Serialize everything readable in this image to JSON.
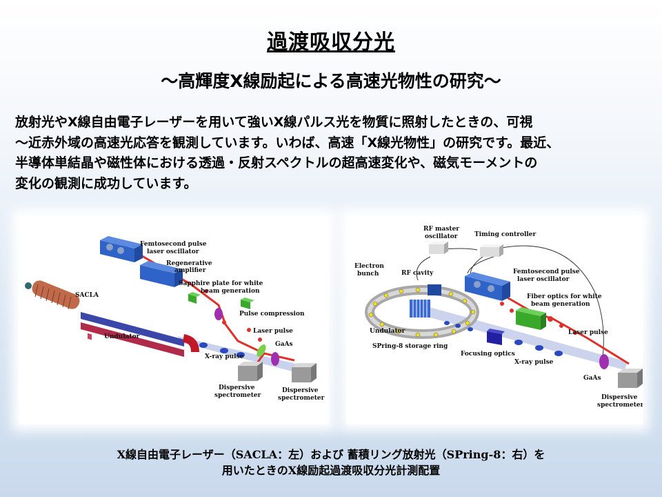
{
  "title": "過渡吸収分光",
  "subtitle": "〜高輝度X線励起による高速光物性の研究〜",
  "body": {
    "lines": [
      "放射光やX線自由電子レーザーを用いて強いX線パルス光を物質に照射したときの、可視",
      "〜近赤外域の高速光応答を観測しています。いわば、高速「X線光物性」の研究です。最近、",
      "半導体単結晶や磁性体における透過・反射スペクトルの超高速変化や、磁気モーメントの",
      "変化の観測に成功しています。"
    ]
  },
  "left_diagram": {
    "labels": {
      "fs_osc_1": "Femtosecond pulse",
      "fs_osc_2": "laser oscillator",
      "regen_1": "Regenerative",
      "regen_2": "amplifier",
      "sapphire_1": "Sapphire plate for white",
      "sapphire_2": "beam generation",
      "pulse_comp": "Pulse compression",
      "sacla": "SACLA",
      "undulator": "Undulator",
      "laser_pulse": "Laser pulse",
      "gaas": "GaAs",
      "xray_pulse": "X-ray pulse",
      "disp1_1": "Dispersive",
      "disp1_2": "spectrometer",
      "disp2_1": "Dispersive",
      "disp2_2": "spectrometer"
    }
  },
  "right_diagram": {
    "labels": {
      "rf_master_1": "RF master",
      "rf_master_2": "oscillator",
      "timing": "Timing controller",
      "electron_1": "Electron",
      "electron_2": "bunch",
      "rf_cavity": "RF cavity",
      "fs_osc_1": "Femtosecond pulse",
      "fs_osc_2": "laser oscillator",
      "fiber_1": "Fiber optics for white",
      "fiber_2": "beam generation",
      "undulator": "Undulator",
      "storage_ring": "SPring-8 storage ring",
      "laser_pulse": "Laser pulse",
      "focusing": "Focusing optics",
      "xray_pulse": "X-ray pulse",
      "gaas": "GaAs",
      "disp_1": "Dispersive",
      "disp_2": "spectrometer"
    }
  },
  "caption": {
    "line1": "X線自由電子レーザー（SACLA：左）および 蓄積リング放射光（SPring-8：右）を",
    "line2": "用いたときのX線励起過渡吸収分光計測配置"
  },
  "colors": {
    "laser_beam": "#e0302a",
    "xray_beam": "#9aa6d6",
    "box_blue": "#2f63c8",
    "box_green": "#3aa82a"
  }
}
